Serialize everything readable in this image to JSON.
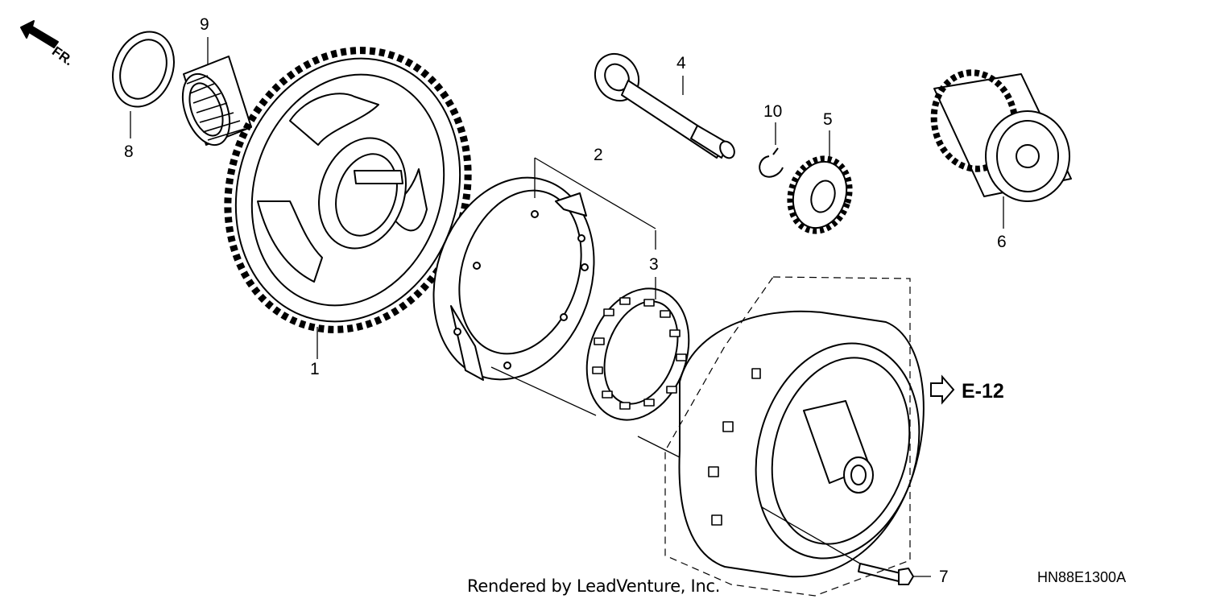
{
  "diagram": {
    "orientation_label": "FR.",
    "page_ref": "E-12",
    "drawing_code": "HN88E1300A",
    "credit": "Rendered by LeadVenture, Inc.",
    "callouts": [
      "1",
      "2",
      "3",
      "4",
      "5",
      "6",
      "7",
      "8",
      "9",
      "10"
    ],
    "colors": {
      "line": "#000000",
      "background": "#ffffff",
      "part_fill": "#ffffff"
    },
    "icons": [
      "front-direction-arrow-icon",
      "page-reference-arrow-icon"
    ]
  }
}
